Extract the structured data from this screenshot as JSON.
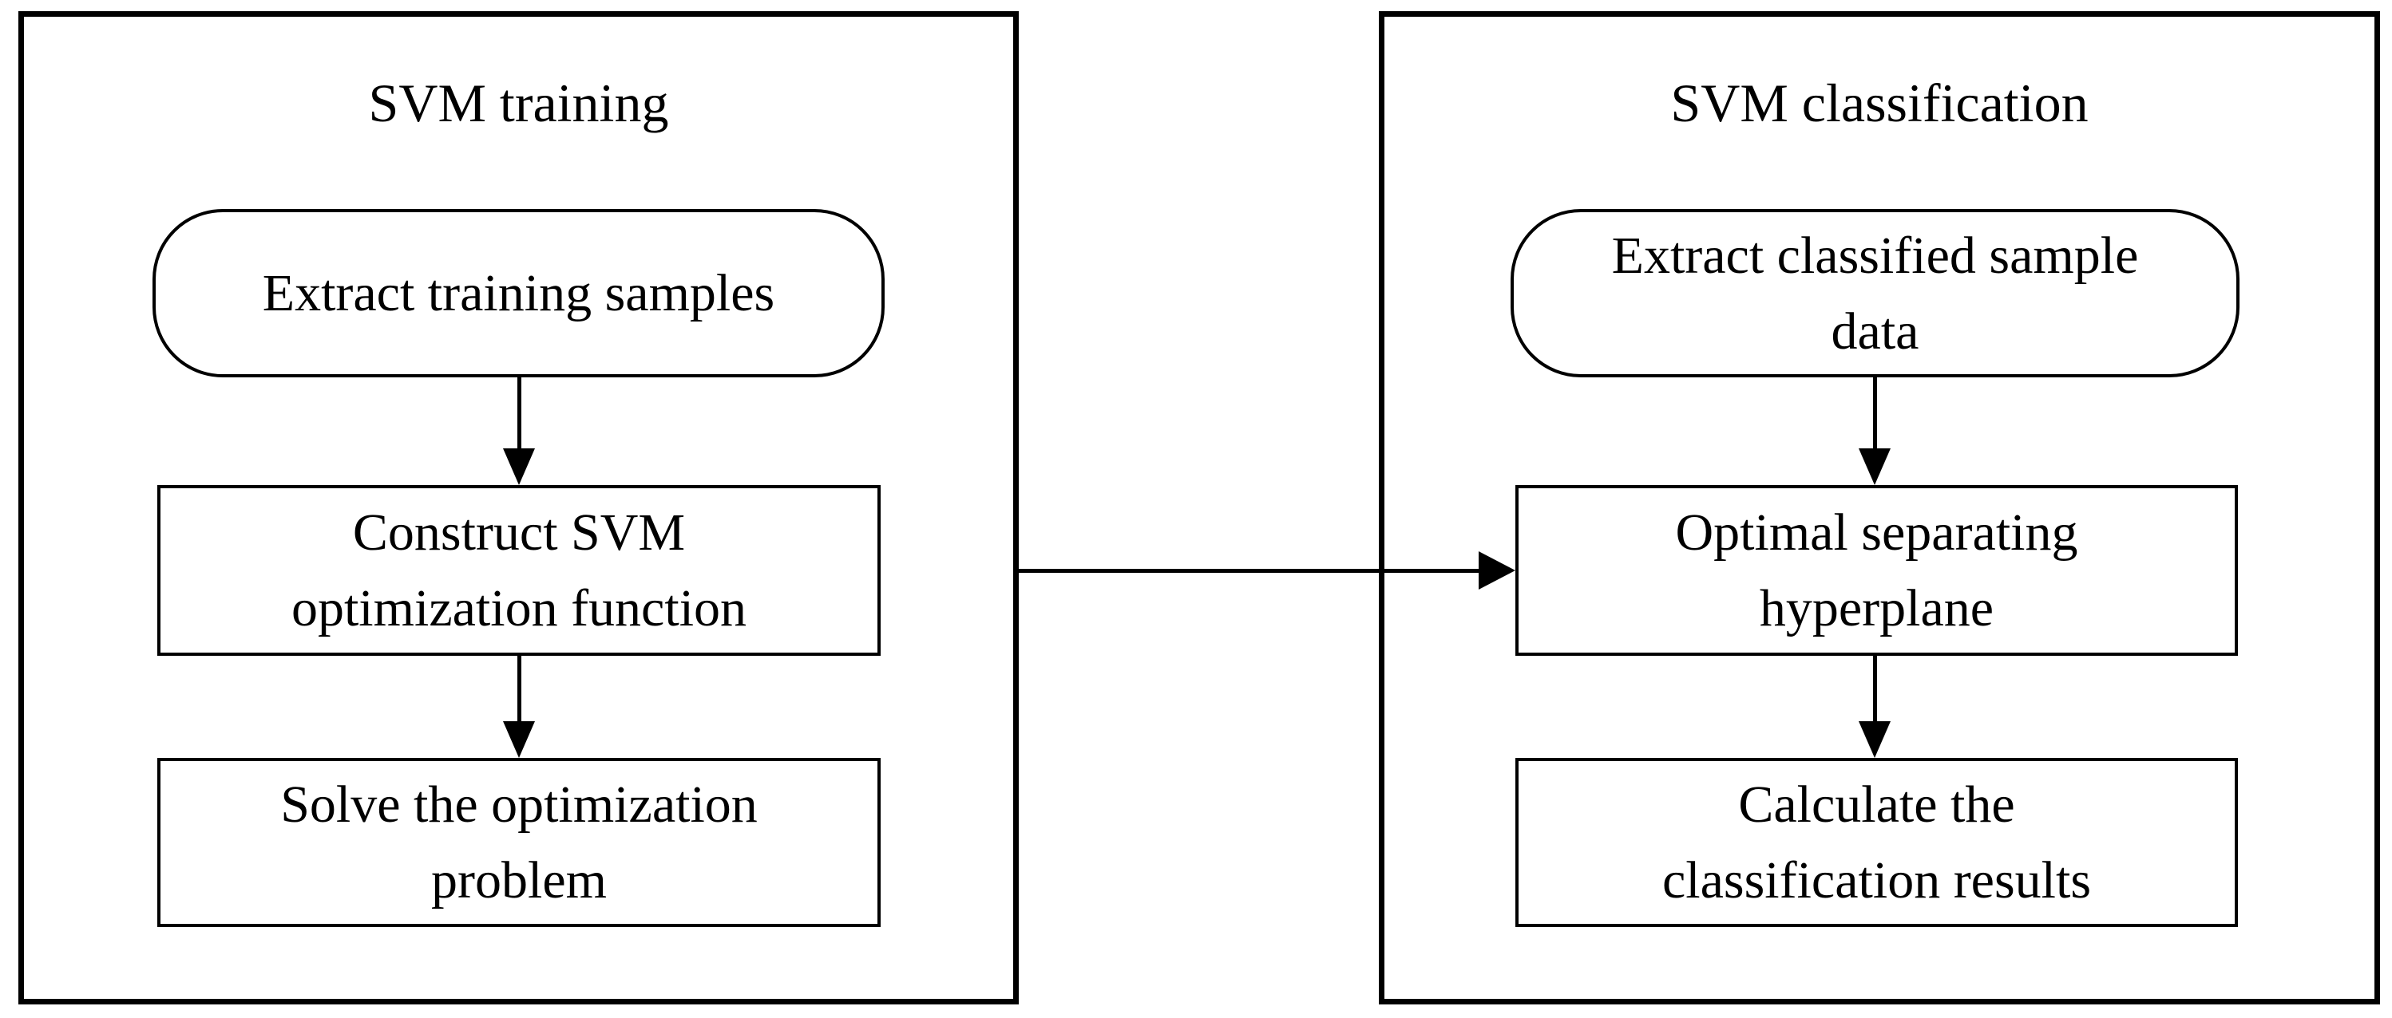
{
  "colors": {
    "background": "#ffffff",
    "stroke": "#000000",
    "text": "#000000"
  },
  "training_panel": {
    "title": "SVM training",
    "extract_node": {
      "line1": "Extract training samples"
    },
    "construct_node": {
      "line1": "Construct SVM",
      "line2": "optimization function"
    },
    "solve_node": {
      "line1": "Solve the optimization",
      "line2": "problem"
    }
  },
  "classification_panel": {
    "title": "SVM classification",
    "extract_node": {
      "line1": "Extract classified sample",
      "line2": "data"
    },
    "hyperplane_node": {
      "line1": "Optimal separating",
      "line2": "hyperplane"
    },
    "calculate_node": {
      "line1": "Calculate the",
      "line2": "classification results"
    }
  }
}
